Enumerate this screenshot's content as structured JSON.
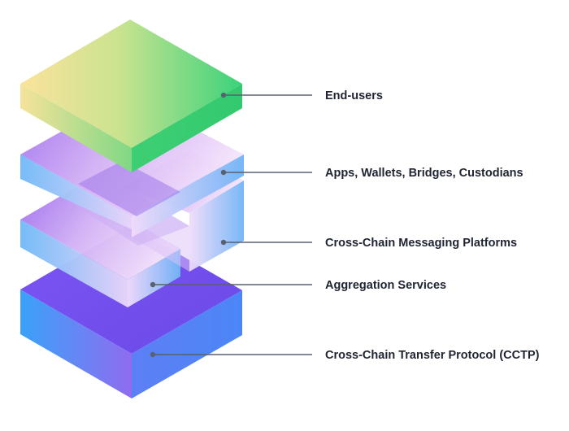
{
  "layers": [
    {
      "id": "end-users",
      "label": "End-users"
    },
    {
      "id": "apps",
      "label": "Apps, Wallets, Bridges, Custodians"
    },
    {
      "id": "messaging",
      "label": "Cross-Chain Messaging Platforms"
    },
    {
      "id": "aggregation",
      "label": "Aggregation Services"
    },
    {
      "id": "cctp",
      "label": "Cross-Chain Transfer Protocol (CCTP)"
    }
  ],
  "colors": {
    "label_text": "#1f2433",
    "connector": "#5a6170",
    "green": "#3ed07a",
    "yellow": "#f7e39a",
    "lavender": "#e7ccf7",
    "violet": "#9c6cf0",
    "blue": "#3aa0f7",
    "indigo": "#6f4cf0"
  }
}
